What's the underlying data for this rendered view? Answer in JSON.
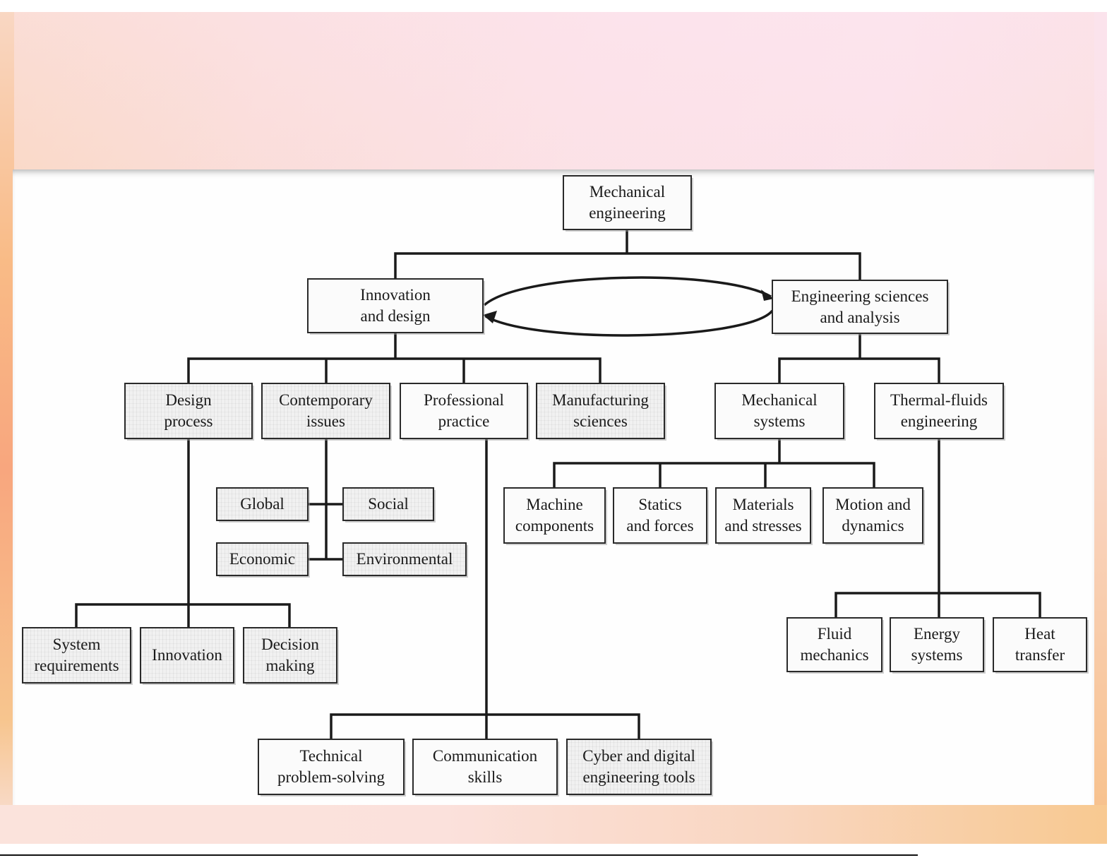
{
  "slide": {
    "background_colors": [
      "#f7c98d",
      "#f9d6c3",
      "#fbe0e4",
      "#fbe3ec"
    ]
  },
  "diagram": {
    "root": "Mechanical\nengineering",
    "level1": {
      "left": "Innovation\nand design",
      "right": "Engineering sciences\nand analysis",
      "cycle_arrow": "bidirectional-cycle"
    },
    "innovation_children": {
      "design_process": "Design\nprocess",
      "contemporary_issues": "Contemporary\nissues",
      "professional_practice": "Professional\npractice",
      "manufacturing_sciences": "Manufacturing\nsciences"
    },
    "contemporary_issues_children": {
      "global": "Global",
      "social": "Social",
      "economic": "Economic",
      "environmental": "Environmental"
    },
    "design_process_children": {
      "system_requirements": "System\nrequirements",
      "innovation": "Innovation",
      "decision_making": "Decision\nmaking"
    },
    "professional_practice_children": {
      "technical_problem_solving": "Technical\nproblem-solving",
      "communication_skills": "Communication\nskills",
      "cyber_digital_tools": "Cyber and digital\nengineering tools"
    },
    "engineering_sciences_children": {
      "mechanical_systems": "Mechanical\nsystems",
      "thermal_fluids": "Thermal-fluids\nengineering"
    },
    "mechanical_systems_children": {
      "machine_components": "Machine\ncomponents",
      "statics_forces": "Statics\nand forces",
      "materials_stresses": "Materials\nand stresses",
      "motion_dynamics": "Motion and\ndynamics"
    },
    "thermal_fluids_children": {
      "fluid_mechanics": "Fluid\nmechanics",
      "energy_systems": "Energy\nsystems",
      "heat_transfer": "Heat\ntransfer"
    }
  }
}
